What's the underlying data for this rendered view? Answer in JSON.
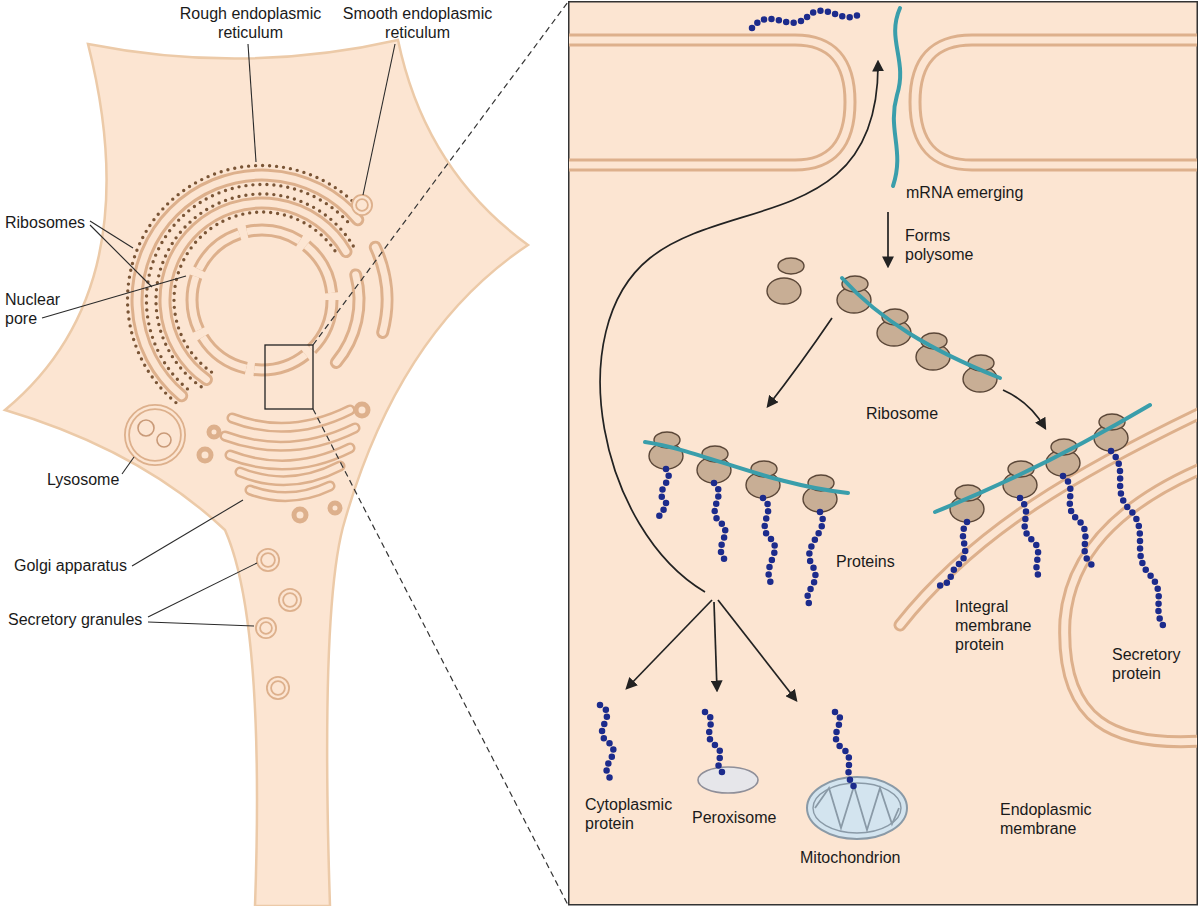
{
  "diagram": {
    "labels": [
      "Rough endoplasmic reticulum",
      "Smooth endoplasmic reticulum",
      "Ribosomes",
      "Nuclear pore",
      "Lysosome",
      "Golgi apparatus",
      "Secretory granules",
      "mRNA emerging",
      "Forms polysome",
      "Ribosome",
      "Proteins",
      "Integral membrane protein",
      "Secretory protein",
      "Cytoplasmic protein",
      "Peroxisome",
      "Mitochondrion",
      "Endoplasmic membrane"
    ]
  }
}
